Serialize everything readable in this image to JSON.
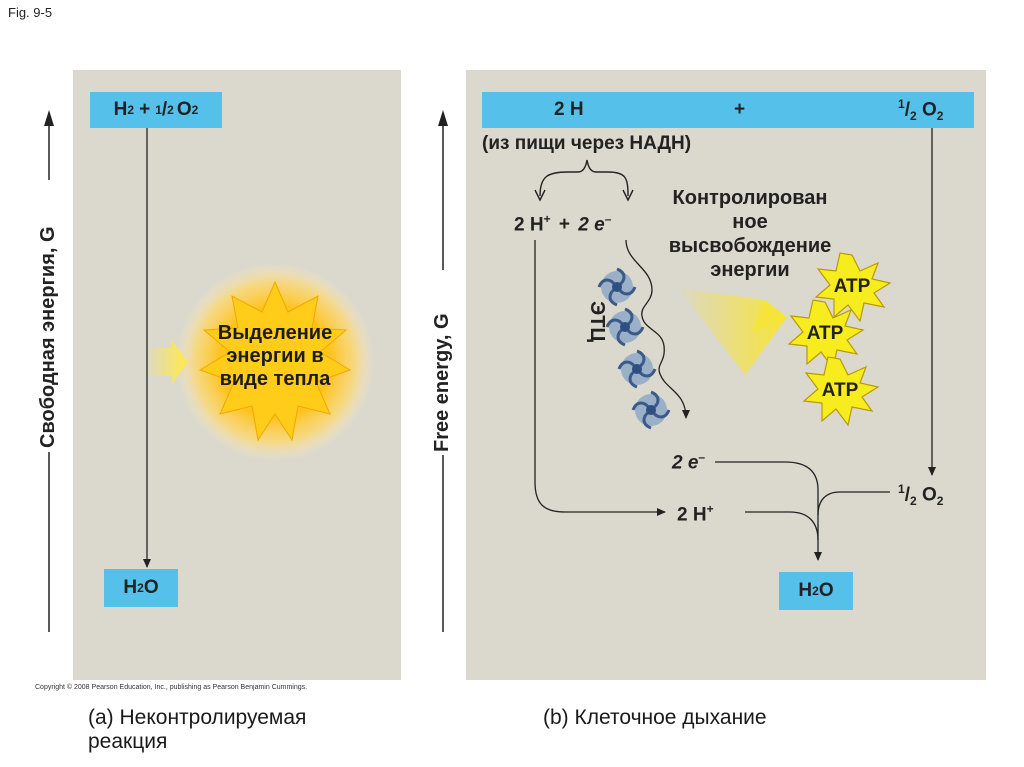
{
  "figure_label": "Fig. 9-5",
  "panel_a": {
    "top_box": {
      "h": "H",
      "h_sub": "2",
      "plus": "+",
      "half_num": "1",
      "half_den": "2",
      "o": "O",
      "o_sub": "2"
    },
    "bottom_box": {
      "h": "H",
      "sub": "2",
      "o": "O"
    },
    "heat_label": [
      "Выделение",
      "энергии в",
      "виде тепла"
    ],
    "axis_label": "Свободная энергия, G",
    "caption": [
      "(a) Неконтролируемая",
      "реакция"
    ]
  },
  "panel_b": {
    "top_bar": {
      "left": "2 H",
      "plus": "+",
      "half_num": "1",
      "half_den": "2",
      "o": "O",
      "o_sub": "2"
    },
    "source_note": "(из пищи через НАДН)",
    "split_h": "2 H",
    "split_h_sup": "+",
    "split_plus": "+",
    "split_e": "2 e",
    "split_e_sup": "–",
    "release_label": [
      "Контролирован",
      "ное",
      "высвобождение",
      "энергии"
    ],
    "etc_label": "ЭТЦ",
    "atp_labels": [
      "ATP",
      "ATP",
      "ATP"
    ],
    "electrons_out": "2 e",
    "electrons_out_sup": "–",
    "protons_out": "2 H",
    "protons_out_sup": "+",
    "oxygen": {
      "half_num": "1",
      "half_den": "2",
      "o": "O",
      "o_sub": "2"
    },
    "water_box": {
      "h": "H",
      "sub": "2",
      "o": "O"
    },
    "axis_label": "Free energy, G",
    "caption": "(b) Клеточное дыхание"
  },
  "copyright": "Copyright © 2008 Pearson Education, Inc., publishing as Pearson Benjamin Cummings.",
  "colors": {
    "panel_bg": "#dbd8cd",
    "box_blue": "#55c1ea",
    "atp_yellow": "#f7ec1e",
    "sun": "#ffd21c"
  }
}
